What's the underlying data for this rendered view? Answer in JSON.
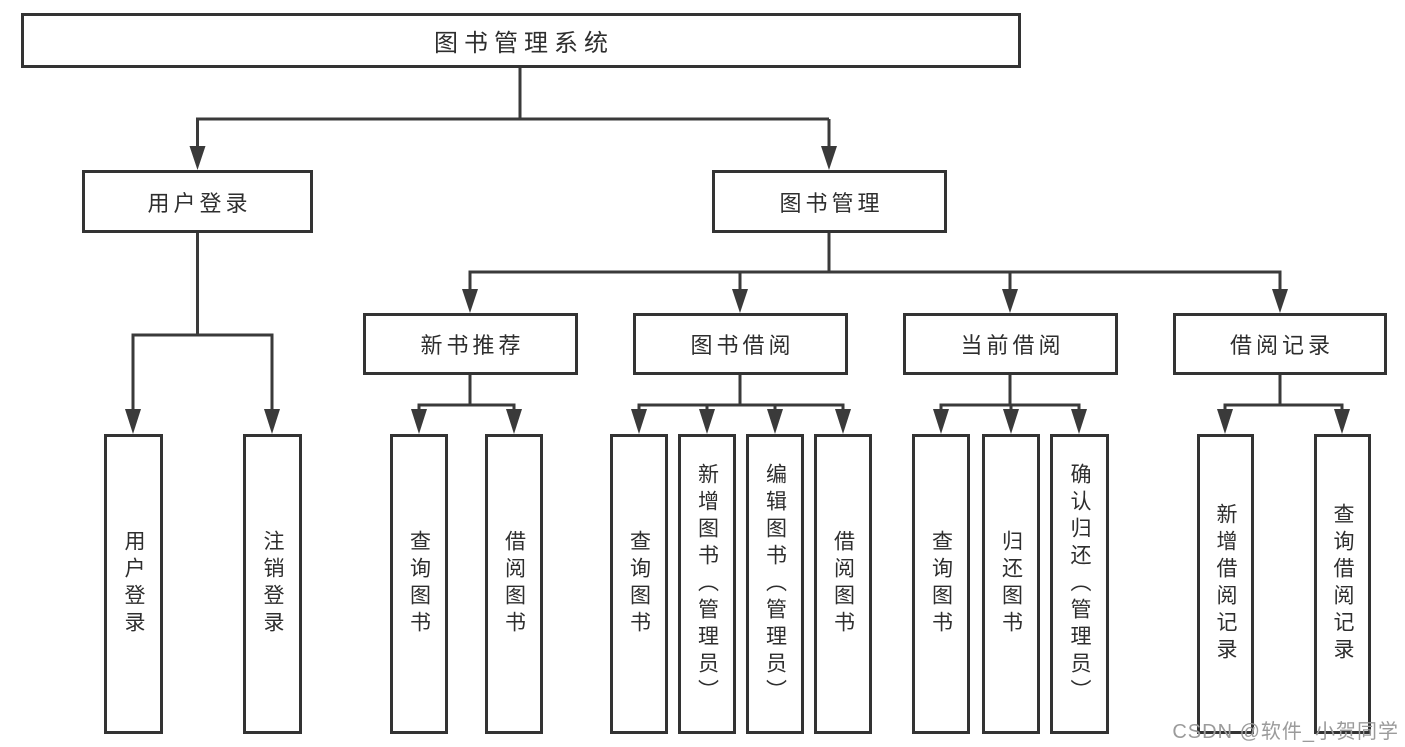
{
  "diagram": {
    "title": "图书管理系统",
    "colors": {
      "line": "#3a3a3a",
      "border": "#333333",
      "text": "#2e2e2e",
      "watermark": "#9b9b9b",
      "background": "#ffffff"
    },
    "nodes": {
      "root": "图书管理系统",
      "user_login": "用户登录",
      "book_mgmt": "图书管理",
      "new_book_rec": "新书推荐",
      "book_borrow": "图书借阅",
      "current_borrow": "当前借阅",
      "borrow_record": "借阅记录",
      "leaf_user_login": "用户登录",
      "leaf_logout": "注销登录",
      "leaf_query_book_1": "查询图书",
      "leaf_borrow_book_1": "借阅图书",
      "leaf_query_book_2": "查询图书",
      "leaf_add_book": "新增图书（管理员）",
      "leaf_edit_book": "编辑图书（管理员）",
      "leaf_borrow_book_2": "借阅图书",
      "leaf_query_book_3": "查询图书",
      "leaf_return_book": "归还图书",
      "leaf_confirm_return": "确认归还（管理员）",
      "leaf_add_record": "新增借阅记录",
      "leaf_query_record": "查询借阅记录"
    },
    "watermark": "CSDN @软件_小贺同学"
  }
}
